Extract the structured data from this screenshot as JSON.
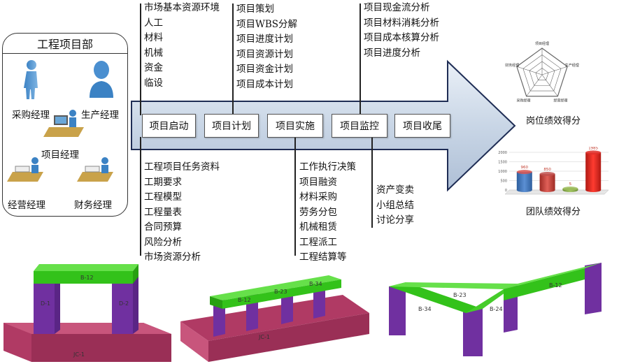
{
  "department": {
    "title": "工程项目部",
    "roles": [
      "采购经理",
      "生产经理",
      "项目经理",
      "经营经理",
      "财务经理"
    ]
  },
  "stages": [
    "项目启动",
    "项目计划",
    "项目实施",
    "项目监控",
    "项目收尾"
  ],
  "lists": {
    "start_inputs": [
      "市场基本资源环境",
      "人工",
      "材料",
      "机械",
      "资金",
      "临设"
    ],
    "plan_items": [
      "项目策划",
      "项目WBS分解",
      "项目进度计划",
      "项目资源计划",
      "项目资金计划",
      "项目成本计划"
    ],
    "monitor_items": [
      "项目现金流分析",
      "项目材料消耗分析",
      "项目成本核算分析",
      "项目进度分析"
    ],
    "start_docs": [
      "工程项目任务资料",
      "工期要求",
      "工程模型",
      "工程量表",
      "合同预算",
      "风险分析",
      "市场资源分析"
    ],
    "implement_items": [
      "工作执行决策",
      "项目融资",
      "材料采购",
      "劳务分包",
      "机械租赁",
      "工程派工",
      "工程结算等"
    ],
    "close_items": [
      "资产变卖",
      "小组总结",
      "讨论分享"
    ]
  },
  "radar": {
    "caption": "岗位绩效得分",
    "axes": [
      "项目经理",
      "生产经理",
      "经营经理",
      "采购经理",
      "财务经理"
    ]
  },
  "team_chart": {
    "caption": "团队绩效得分",
    "y_ticks": [
      "0",
      "500",
      "1000",
      "1500",
      "2000"
    ],
    "bars": [
      {
        "label": "960",
        "value": 960,
        "color": "#d9534f"
      },
      {
        "label": "850",
        "value": 850,
        "color": "#c0504d"
      },
      {
        "label": "5",
        "value": 5,
        "color": "#9bbb59"
      },
      {
        "label": "1985",
        "value": 1985,
        "color": "#e0302a"
      }
    ]
  },
  "models": {
    "left": {
      "beam": "B-12",
      "col_a": "D-1",
      "col_b": "D-2",
      "slab": "JC-1"
    },
    "middle": {
      "beams": [
        "B-12",
        "B-23",
        "B-34"
      ],
      "slab": "JC-1"
    },
    "right": {
      "beams": [
        "B-12",
        "B-23",
        "B-24",
        "B-34"
      ]
    }
  }
}
